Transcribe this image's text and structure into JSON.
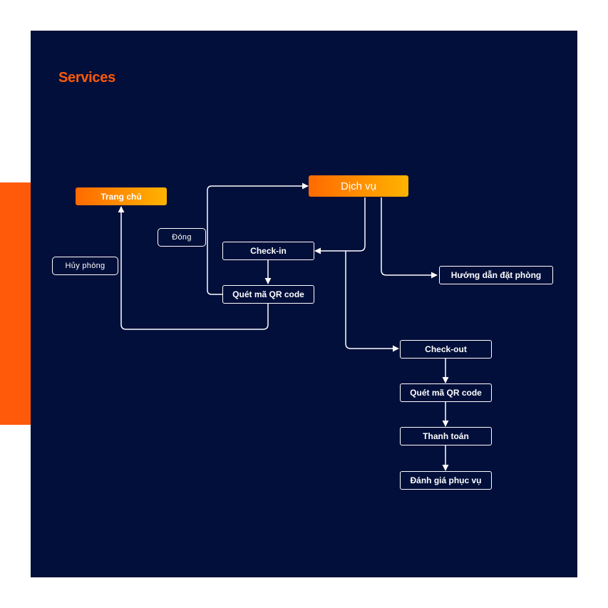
{
  "title": "Services",
  "colors": {
    "panel_bg": "#020f3a",
    "accent": "#ff5a0a",
    "title_text": "#ff5a0a",
    "line": "#ffffff",
    "gradient_start": "#ff6a00",
    "gradient_end": "#ffb300"
  },
  "nodes": {
    "trang_chu": "Trang chủ",
    "dich_vu": "Dịch vụ",
    "dong": "Đóng",
    "huy_phong": "Hủy phòng",
    "check_in": "Check-in",
    "quet_qr_checkin": "Quét mã QR code",
    "huong_dan": "Hướng dẫn đặt phòng",
    "check_out": "Check-out",
    "quet_qr_checkout": "Quét mã QR code",
    "thanh_toan": "Thanh toán",
    "danh_gia": "Đánh giá phục vụ"
  }
}
